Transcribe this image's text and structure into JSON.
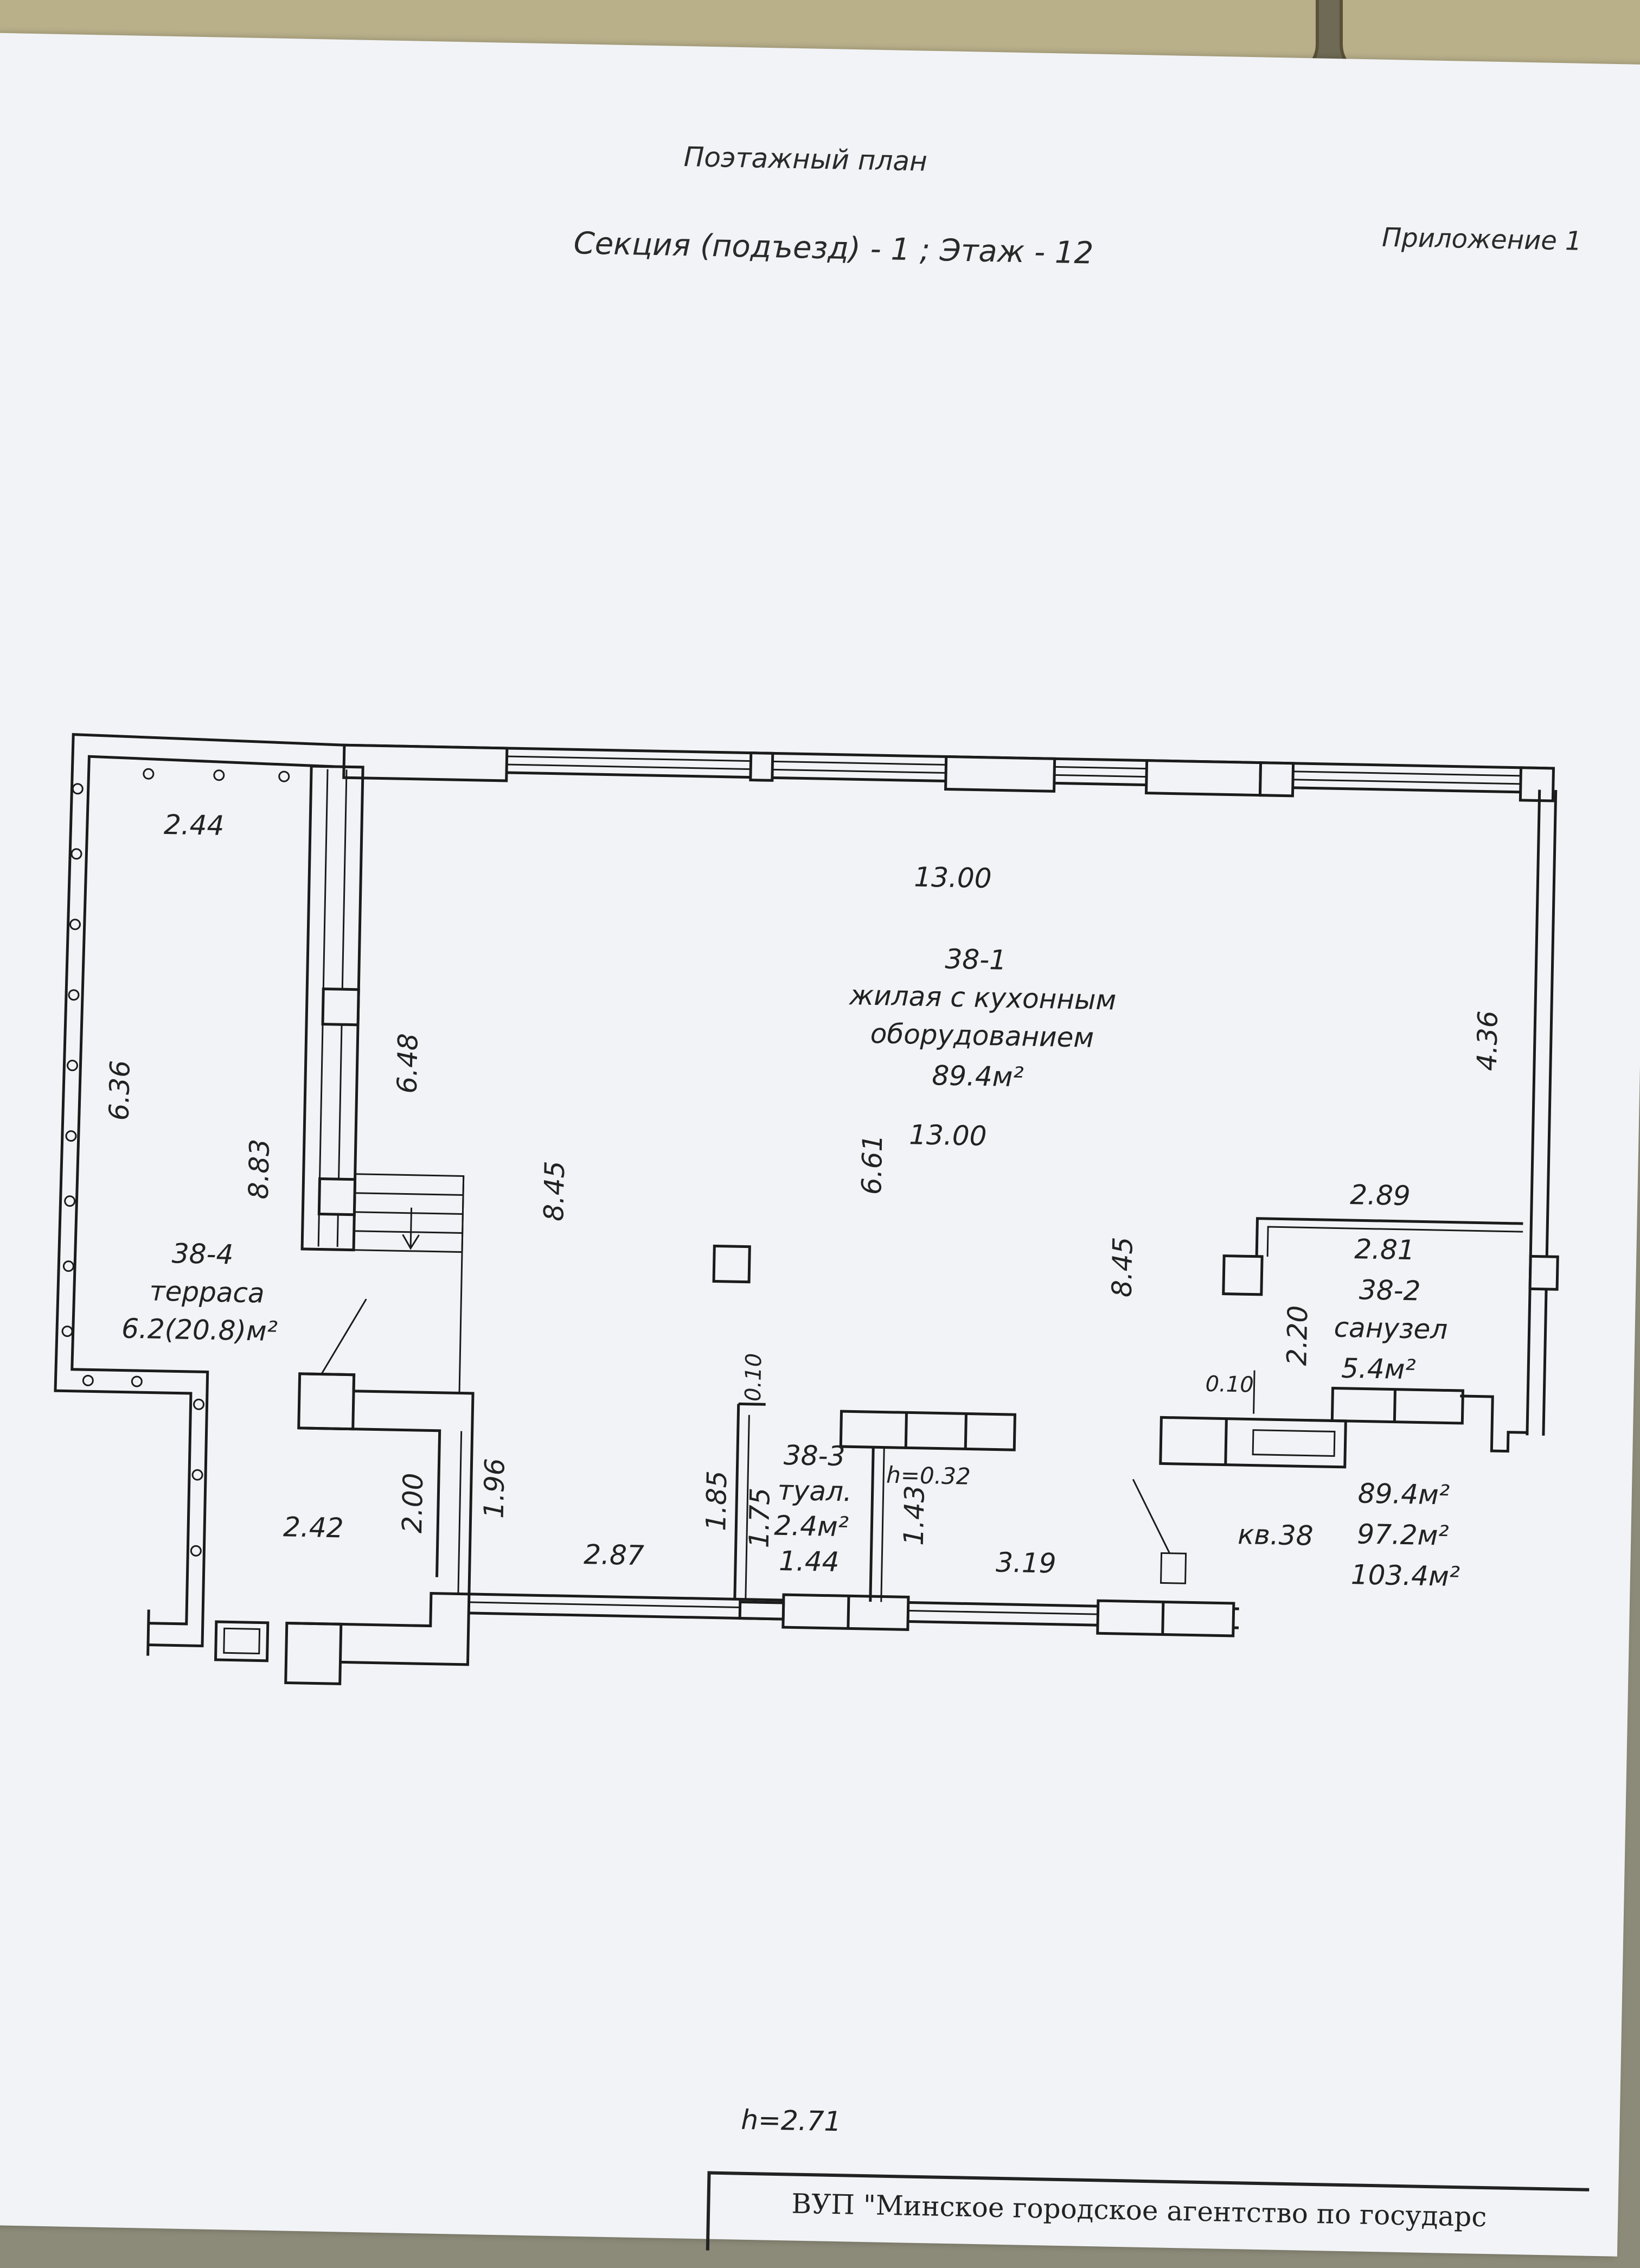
{
  "header": {
    "title": "Поэтажный план",
    "subtitle": "Секция (подъезд) - 1 ;  Этаж - 12",
    "appendix": "Приложение 1"
  },
  "rooms": {
    "living": {
      "id": "38-1",
      "line1": "жилая с кухонным",
      "line2": "оборудованием",
      "area": "89.4м²"
    },
    "bathroom": {
      "id": "38-2",
      "name": "санузел",
      "area": "5.4м²"
    },
    "toilet": {
      "id": "38-3",
      "name": "туал.",
      "area": "2.4м²",
      "h": "h=0.32"
    },
    "terrace": {
      "id": "38-4",
      "name": "терраса",
      "area": "6.2(20.8)м²"
    }
  },
  "apartment": {
    "label": "кв.38",
    "area1": "89.4м²",
    "area2": "97.2м²",
    "area3": "103.4м²"
  },
  "dimensions": {
    "terrace_top": "2.44",
    "living_top": "13.00",
    "living_mid": "13.00",
    "right_wall": "4.36",
    "terrace_left": "6.36",
    "stair_wall": "6.48",
    "terrace_inner": "8.83",
    "living_left": "8.45",
    "living_center": "6.61",
    "living_right": "8.45",
    "bath_top": "2.89",
    "bath_inner": "2.81",
    "bath_side": "2.20",
    "bath_gap": "0.10",
    "toilet_gap": "0.10",
    "toilet_left1": "1.85",
    "toilet_left2": "1.75",
    "toilet_right": "1.43",
    "toilet_bottom": "1.44",
    "corridor_a": "2.87",
    "corridor_b": "3.19",
    "lobby_w": "2.42",
    "lobby_h": "2.00",
    "lobby_side": "1.96"
  },
  "height_note": "h=2.71",
  "footer": "ВУП \"Минское городское агентство по государс"
}
